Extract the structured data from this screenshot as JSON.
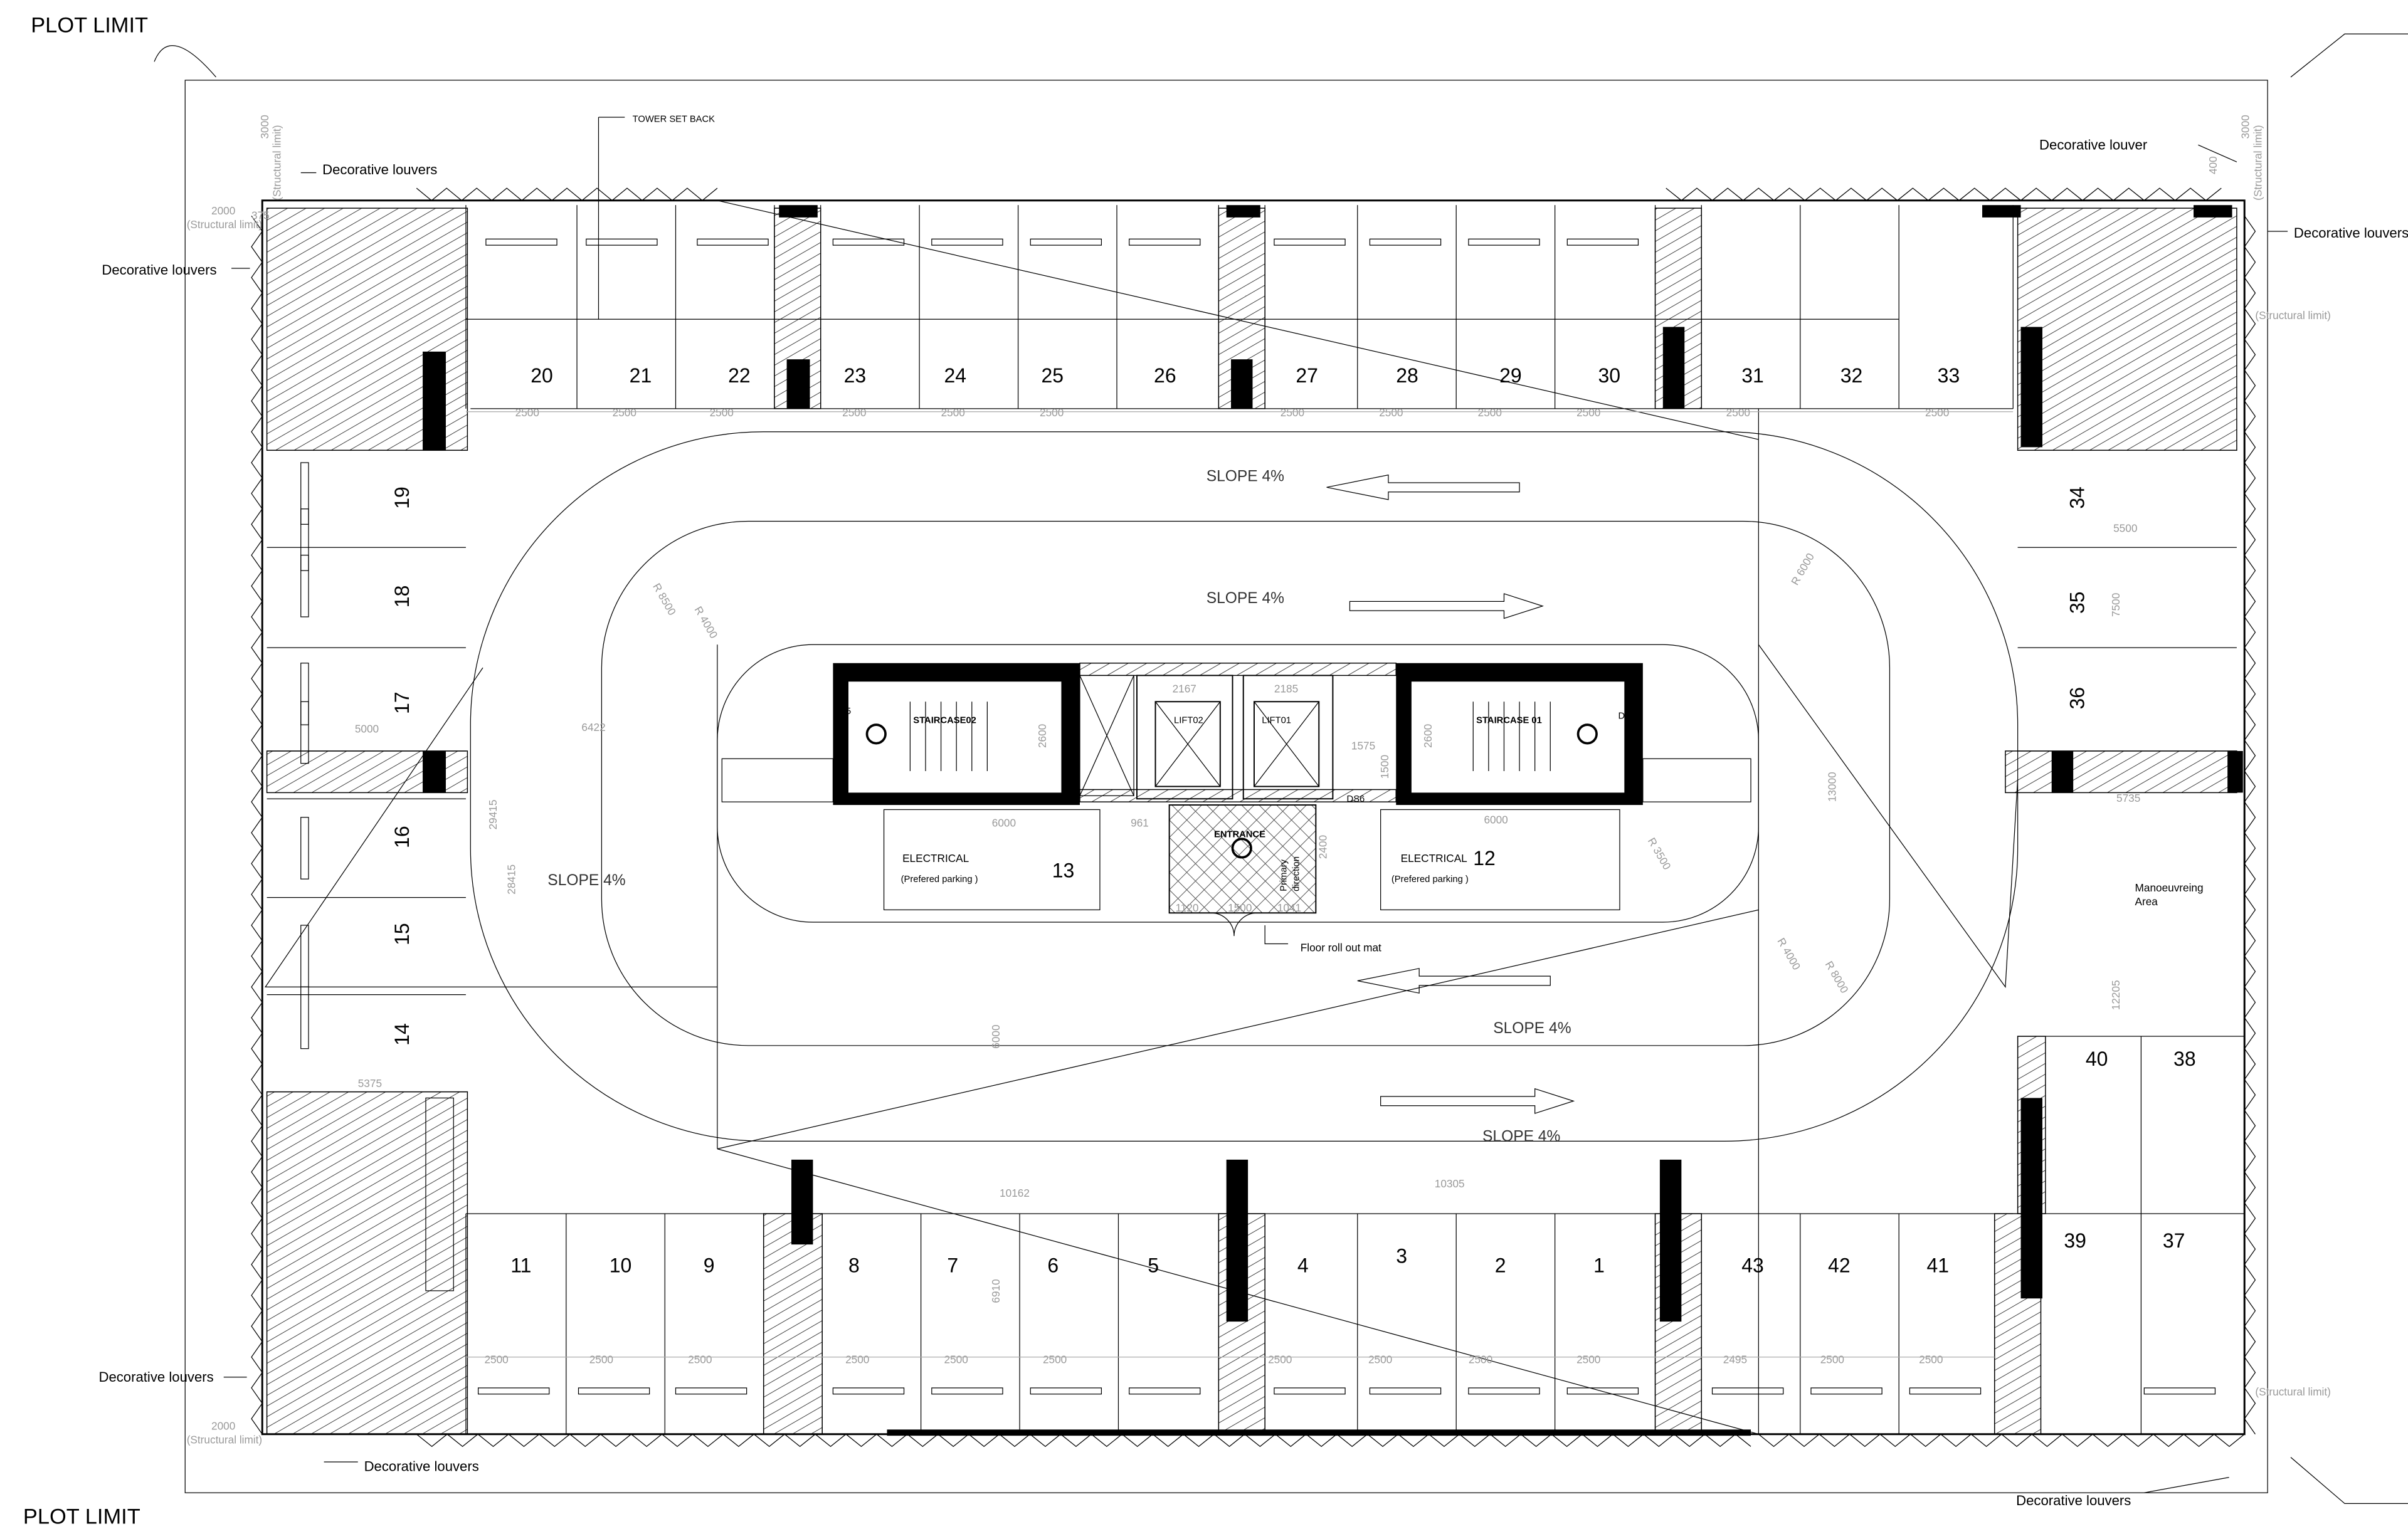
{
  "labels": {
    "plot_limit_top": "PLOT LIMIT",
    "plot_limit_bottom": "PLOT LIMIT",
    "tower_set_back": "TOWER SET BACK",
    "louvers_top_left": "Decorative louvers",
    "louvers_left": "Decorative louvers",
    "louver_top_right": "Decorative louver",
    "louvers_right": "Decorative louvers",
    "louvers_bottom_left": "Decorative louvers",
    "louvers_bottom": "Decorative louvers",
    "louvers_bottom_right": "Decorative louvers",
    "manoeuvring_1": "Manoeuvreing",
    "manoeuvring_2": "Area",
    "floor_mat": "Floor roll out mat"
  },
  "slopes": [
    "SLOPE 4%",
    "SLOPE 4%",
    "SLOPE 4%",
    "SLOPE 4%",
    "SLOPE 4%"
  ],
  "core": {
    "staircase_left": "STAIRCASE02",
    "staircase_right": "STAIRCASE 01",
    "lift_left": "LIFT02",
    "lift_right": "LIFT01",
    "entrance": "ENTRANCE",
    "primary_direction_1": "Primary",
    "primary_direction_2": "direction",
    "ds_left": "DS5",
    "ds_right": "DS5",
    "ds_mid": "DS6",
    "electrical_left": "ELECTRICAL",
    "electrical_left_sub": "(Prefered parking )",
    "electrical_left_num": "13",
    "electrical_right": "ELECTRICAL",
    "electrical_right_sub": "(Prefered parking )",
    "electrical_right_num": "12"
  },
  "parking": {
    "top": [
      "20",
      "21",
      "22",
      "23",
      "24",
      "25",
      "26",
      "27",
      "28",
      "29",
      "30",
      "31",
      "32",
      "33"
    ],
    "left": [
      "19",
      "18",
      "17",
      "16",
      "15",
      "14"
    ],
    "right": [
      "34",
      "35",
      "36"
    ],
    "bottom": [
      "11",
      "10",
      "9",
      "8",
      "7",
      "6",
      "5",
      "4",
      "3",
      "2",
      "1",
      "43",
      "42",
      "41"
    ],
    "bottom_right": [
      "40",
      "38",
      "39",
      "37"
    ]
  },
  "dimensions": {
    "structural_top": "3000",
    "structural_limit": "(Structural limit)",
    "structural_left": "2000",
    "d400": "400",
    "d375": "375",
    "row_top": [
      "2500",
      "2500",
      "2500",
      "2500",
      "2500",
      "2500",
      "2500",
      "2500",
      "2500",
      "2500",
      "2500",
      "2500"
    ],
    "row_bottom": [
      "2500",
      "2500",
      "2500",
      "2500",
      "2500",
      "2500",
      "2500",
      "2500",
      "2500",
      "2500",
      "2495",
      "2500",
      "2500"
    ],
    "d5000": "5000",
    "d6422": "6422",
    "d29415": "29415",
    "d28415": "28415",
    "d5375": "5375",
    "d5500": "5500",
    "d7500": "7500",
    "d10162": "10162",
    "d10305": "10305",
    "d6000_left": "6000",
    "d6000_right": "6000",
    "d961": "961",
    "d2167": "2167",
    "d2185": "2185",
    "d1575": "1575",
    "d1500": "1500",
    "d2600": "2600",
    "d1120": "1120",
    "d1500b": "1500",
    "d1041": "1041",
    "d2400": "2400",
    "d6910": "6910",
    "d6000v": "6000",
    "d13000": "13000",
    "d12205": "12205",
    "d5735": "5735",
    "r8500": "R 8500",
    "r4000a": "R 4000",
    "r6000": "R 6000",
    "r3500": "R 3500",
    "r4000b": "R 4000",
    "r8000": "R 8000"
  }
}
